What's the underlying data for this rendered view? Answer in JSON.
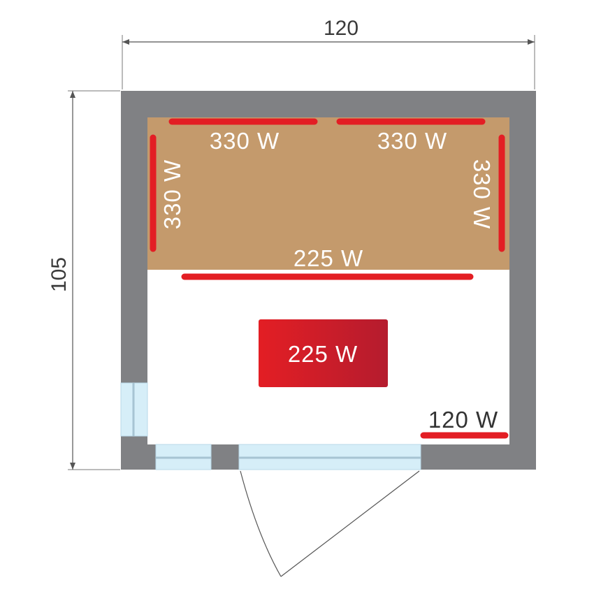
{
  "dimensions": {
    "width_label": "120",
    "depth_label": "105"
  },
  "heaters": {
    "top_left": "330 W",
    "top_right": "330 W",
    "left_side": "330 W",
    "right_side": "330 W",
    "bench_front": "225 W",
    "floor_panel": "225 W",
    "corner_bottom": "120 W"
  },
  "colors": {
    "wall": "#808184",
    "bench": "#c49a6c",
    "heater_red": "#e31e24",
    "heater_dark_red": "#b51c2e",
    "glass": "#d6eef8",
    "dimension_line": "#555555"
  }
}
